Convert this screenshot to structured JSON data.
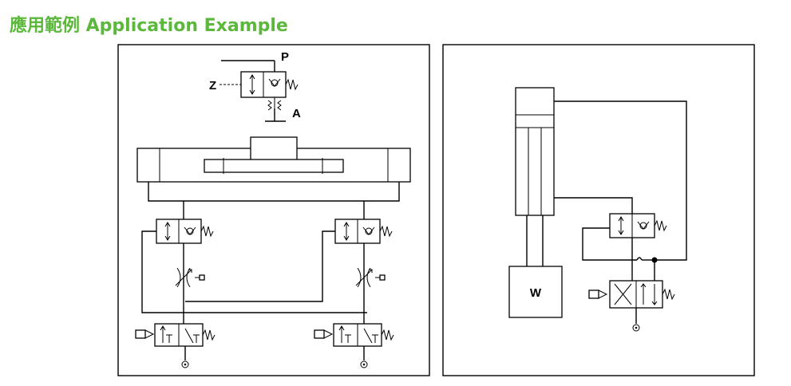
{
  "heading": {
    "text": "應用範例 Application Example",
    "color": "#5cb83c"
  },
  "left_diagram": {
    "port_p": "P",
    "port_z": "Z",
    "port_a": "A"
  },
  "right_diagram": {
    "load_label": "W"
  }
}
